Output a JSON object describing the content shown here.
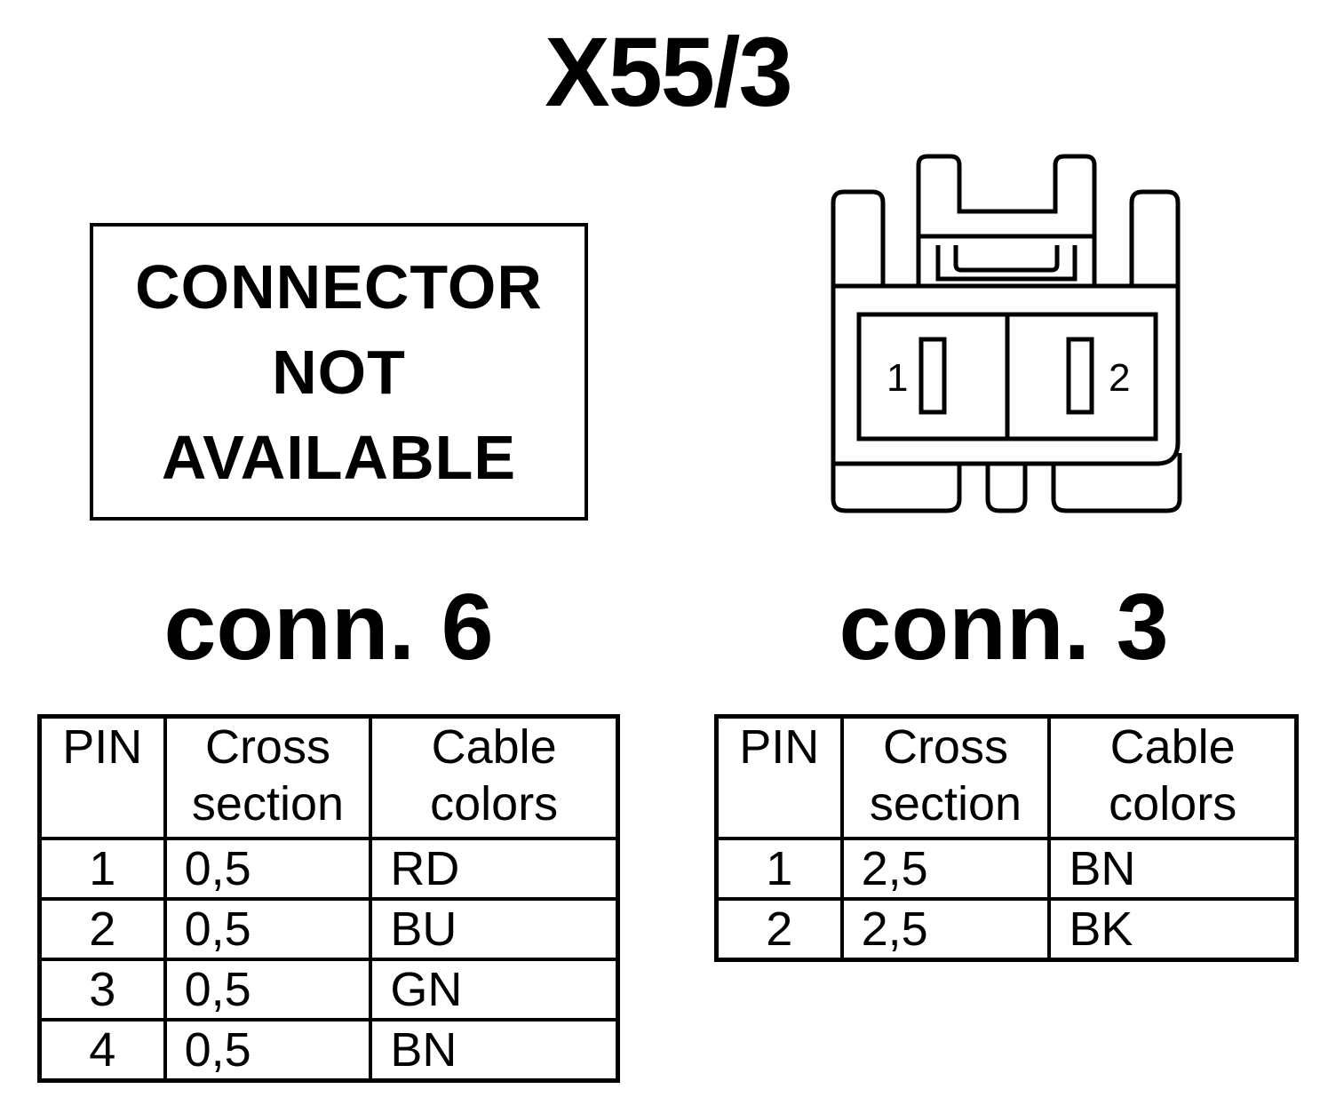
{
  "title": "X55/3",
  "left": {
    "notice_lines": [
      "CONNECTOR",
      "NOT",
      "AVAILABLE"
    ],
    "connector_label": "conn. 6",
    "table": {
      "headers": [
        {
          "line1": "PIN",
          "line2": ""
        },
        {
          "line1": "Cross",
          "line2": "section"
        },
        {
          "line1": "Cable",
          "line2": "colors"
        }
      ],
      "rows": [
        {
          "pin": "1",
          "cross_section": "0,5",
          "color": "RD"
        },
        {
          "pin": "2",
          "cross_section": "0,5",
          "color": "BU"
        },
        {
          "pin": "3",
          "cross_section": "0,5",
          "color": "GN"
        },
        {
          "pin": "4",
          "cross_section": "0,5",
          "color": "BN"
        }
      ]
    }
  },
  "right": {
    "pin_labels": [
      "1",
      "2"
    ],
    "connector_label": "conn. 3",
    "table": {
      "headers": [
        {
          "line1": "PIN",
          "line2": ""
        },
        {
          "line1": "Cross",
          "line2": "section"
        },
        {
          "line1": "Cable",
          "line2": "colors"
        }
      ],
      "rows": [
        {
          "pin": "1",
          "cross_section": "2,5",
          "color": "BN"
        },
        {
          "pin": "2",
          "cross_section": "2,5",
          "color": "BK"
        }
      ]
    }
  }
}
